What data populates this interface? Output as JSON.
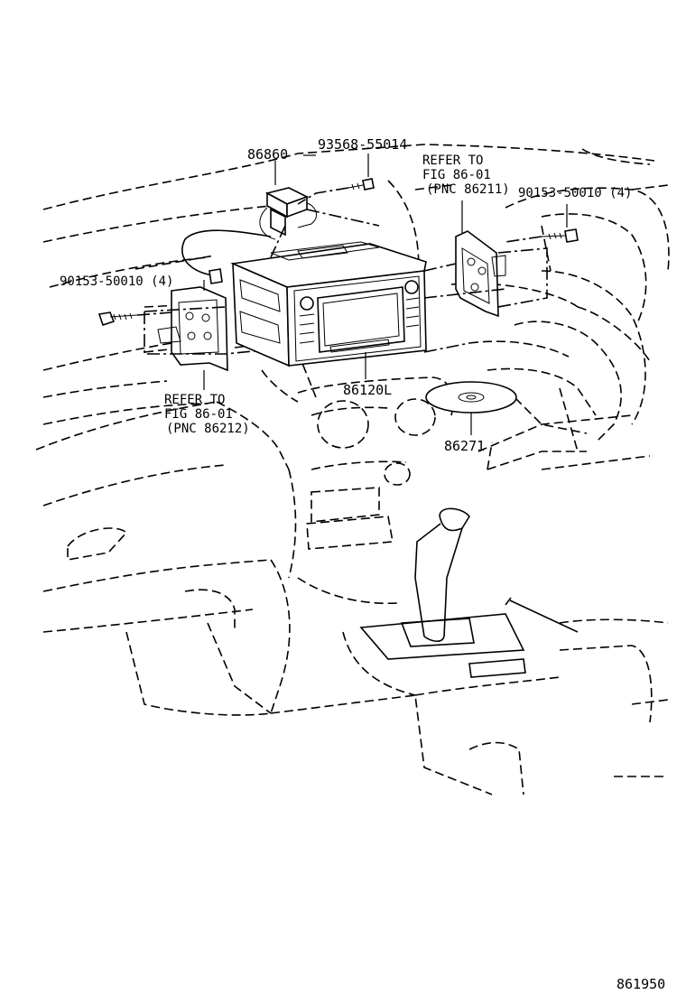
{
  "labels": {
    "p86860": "86860",
    "p9356855014": "93568-55014",
    "refer_top_1": "REFER TO",
    "refer_top_2": "FIG 86-01",
    "refer_top_3": "(PNC 86211)",
    "p9015350010_right": "90153-50010 (4)",
    "p9015350010_left": "90153-50010 (4)",
    "refer_left_1": "REFER TO",
    "refer_left_2": "FIG 86-01",
    "refer_left_3": "(PNC 86212)",
    "p86120L": "86120L",
    "p86271": "86271",
    "diagram_number": "861950"
  }
}
